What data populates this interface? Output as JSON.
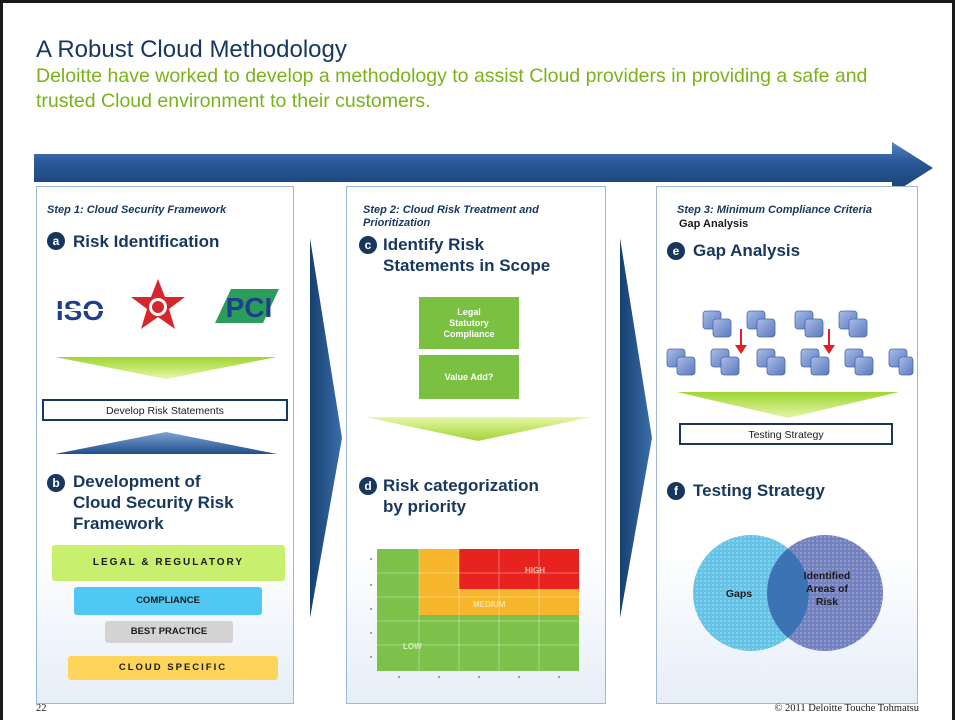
{
  "slide": {
    "title": "A Robust Cloud Methodology",
    "subtitle": "Deloitte have worked to develop a methodology to assist Cloud providers in providing a safe and trusted Cloud environment to their customers.",
    "page_number": "22",
    "copyright": "© 2011 Deloitte Touche Tohmatsu"
  },
  "colors": {
    "navy": "#17375e",
    "arrow_blue": "#1f4e8c",
    "accent_green": "#7ab317",
    "lime": "#c6e85a",
    "cyan": "#4fc8f0",
    "gray": "#d0d0d0",
    "yellow": "#ffd04f",
    "red": "#e31e24"
  },
  "step1": {
    "label": "Step 1:  Cloud Security Framework",
    "a": {
      "letter": "a",
      "title": "Risk Identification"
    },
    "logos": [
      "ISO",
      "star-seal-logo",
      "PCI"
    ],
    "develop_box": "Develop Risk Statements",
    "b": {
      "letter": "b",
      "title_line1": "Development of",
      "title_line2": "Cloud Security Risk",
      "title_line3": "Framework"
    },
    "layers": [
      "LEGAL & REGULATORY",
      "COMPLIANCE",
      "BEST PRACTICE",
      "CLOUD SPECIFIC"
    ]
  },
  "step2": {
    "label_line1": "Step 2: Cloud Risk Treatment and",
    "label_line2": "Prioritization",
    "c": {
      "letter": "c",
      "title_line1": "Identify Risk",
      "title_line2": "Statements in Scope"
    },
    "boxes": [
      {
        "line1": "Legal",
        "line2": "Statutory",
        "line3": "Compliance"
      },
      {
        "line1": "Value Add?"
      }
    ],
    "d": {
      "letter": "d",
      "title_line1": "Risk categorization",
      "title_line2": "by priority"
    },
    "heatmap": {
      "high": "HIGH",
      "medium": "MEDIUM",
      "low": "LOW"
    }
  },
  "step3": {
    "label": "Step 3:  Minimum Compliance Criteria",
    "sublabel": "Gap Analysis",
    "e": {
      "letter": "e",
      "title": "Gap Analysis"
    },
    "testing_box": "Testing Strategy",
    "f": {
      "letter": "f",
      "title": "Testing Strategy"
    },
    "venn": {
      "left": "Gaps",
      "right_line1": "Identified",
      "right_line2": "Areas of",
      "right_line3": "Risk"
    }
  }
}
